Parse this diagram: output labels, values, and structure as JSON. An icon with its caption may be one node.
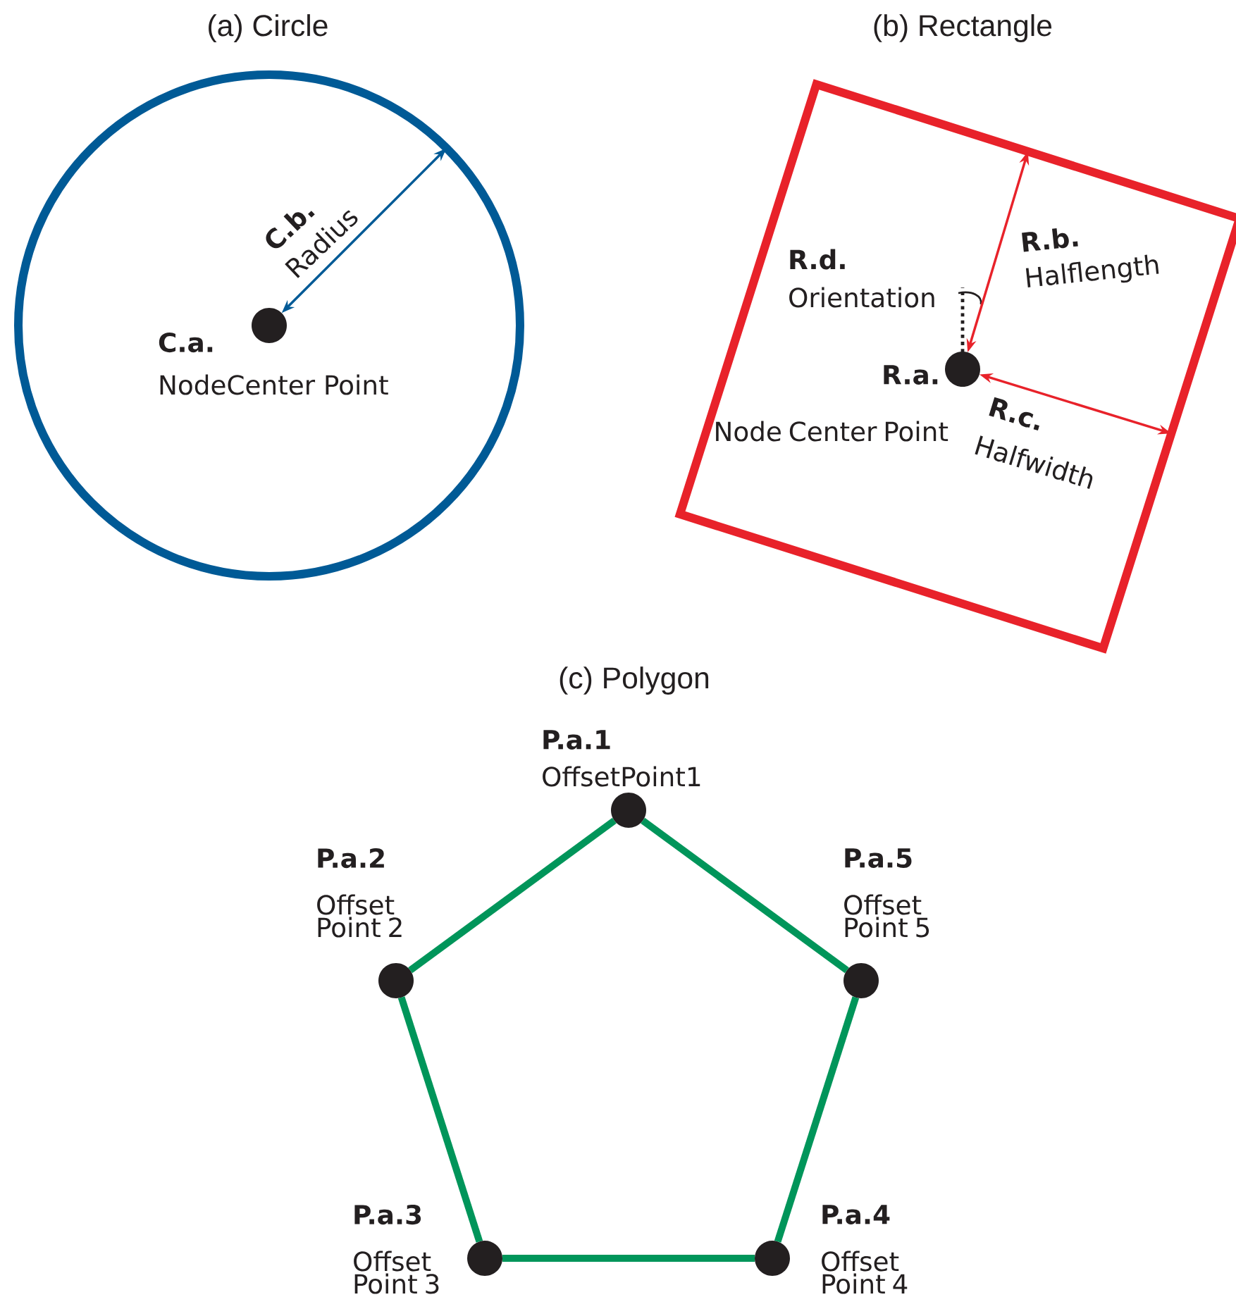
{
  "diagram": {
    "nodes": [
      {
        "text": [
          "(a) Circle"
        ]
      },
      {
        "text": [],
        "shape": "circle",
        "in": 0,
        "beside": [
          "C.a.",
          "NodeCenter Point"
        ]
      },
      {
        "text": [
          "(b) Rectangle"
        ]
      },
      {
        "text": [],
        "shape": "circle",
        "in": 2,
        "beside": [
          "R.a.",
          "Node Center Point"
        ]
      },
      {
        "text": [],
        "shape": "circle",
        "beside": [
          "P.a.1",
          "OffsetPoint1"
        ]
      },
      {
        "text": [],
        "shape": "circle",
        "beside": [
          "P.a.2",
          "Offset Point 2"
        ]
      },
      {
        "text": [],
        "shape": "circle",
        "beside": [
          "P.a.5",
          "Offset Point 5"
        ]
      },
      {
        "text": [],
        "shape": "circle",
        "beside": [
          "P.a.3",
          "Offset Point 3"
        ]
      },
      {
        "text": [],
        "shape": "circle",
        "beside": [
          "P.a.4",
          "Offset Point 4"
        ]
      }
    ],
    "edges": [
      {
        "from": 1,
        "to": 0,
        "arrow": "both",
        "color": "#005a96"
      },
      {
        "from": 3,
        "to": 2,
        "arrow": "both",
        "color": "#e8222a"
      },
      {
        "from": 3,
        "to": 2,
        "arrow": "both",
        "color": "#e8222a"
      },
      {
        "from": 4,
        "to": 5,
        "arrow": "none"
      },
      {
        "from": 5,
        "to": 7,
        "arrow": "none"
      },
      {
        "from": 7,
        "to": 8,
        "arrow": "none"
      },
      {
        "from": 8,
        "to": 6,
        "arrow": "none"
      },
      {
        "from": 6,
        "to": 4,
        "arrow": "none"
      }
    ],
    "labels": [
      "C.b.",
      "Radius",
      "R.d.",
      "Orientation",
      "R.b.",
      "Halflength",
      "R.c.",
      "Halfwidth",
      "(c) Polygon"
    ]
  }
}
